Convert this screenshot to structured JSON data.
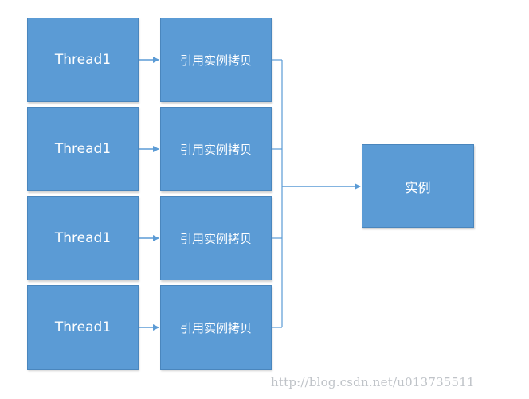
{
  "diagram": {
    "threads": [
      {
        "label": "Thread1",
        "ref_label": "引用实例拷贝"
      },
      {
        "label": "Thread1",
        "ref_label": "引用实例拷贝"
      },
      {
        "label": "Thread1",
        "ref_label": "引用实例拷贝"
      },
      {
        "label": "Thread1",
        "ref_label": "引用实例拷贝"
      }
    ],
    "instance_label": "实例"
  },
  "watermark": "http://blog.csdn.net/u013735511",
  "colors": {
    "box_fill": "#5b9bd5",
    "connector": "#5b9bd5"
  }
}
